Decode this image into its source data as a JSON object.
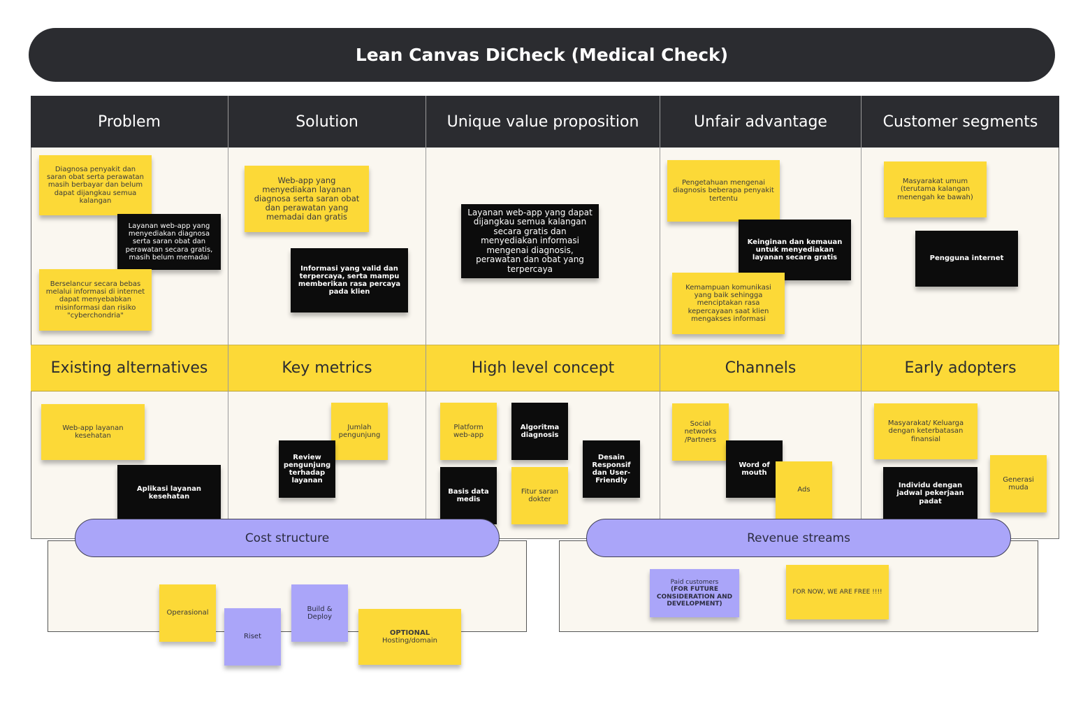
{
  "title": "Lean Canvas DiCheck (Medical Check)",
  "headers_top": [
    "Problem",
    "Solution",
    "Unique value proposition",
    "Unfair advantage",
    "Customer segments"
  ],
  "headers_mid": [
    "Existing alternatives",
    "Key metrics",
    "High level concept",
    "Channels",
    "Early adopters"
  ],
  "cost_structure": "Cost structure",
  "revenue_streams": "Revenue streams",
  "notes": {
    "problem_1": "Diagnosa penyakit dan saran obat serta perawatan masih berbayar dan belum dapat dijangkau semua kalangan",
    "problem_2": "Layanan web-app yang menyediakan diagnosa serta saran obat dan perawatan secara gratis, masih belum memadai",
    "problem_3": "Berselancur secara bebas melalui informasi di internet dapat menyebabkan misinformasi dan risiko \"cyberchondria\"",
    "solution_1": "Web-app yang menyediakan layanan diagnosa serta saran obat dan perawatan yang memadai dan gratis",
    "solution_2": "Informasi yang valid dan terpercaya, serta mampu memberikan rasa percaya pada klien",
    "uvp_1": "Layanan web-app yang dapat dijangkau semua kalangan secara gratis dan menyediakan informasi mengenai diagnosis, perawatan dan obat yang terpercaya",
    "unfair_1": "Pengetahuan mengenai diagnosis beberapa penyakit tertentu",
    "unfair_2": "Keinginan dan kemauan untuk menyediakan layanan secara gratis",
    "unfair_3": "Kemampuan komunikasi yang baik sehingga menciptakan rasa kepercayaan saat klien mengakses informasi",
    "segment_1": "Masyarakat umum (terutama kalangan menengah ke bawah)",
    "segment_2": "Pengguna internet",
    "alt_1": "Web-app layanan kesehatan",
    "alt_2": "Aplikasi layanan kesehatan",
    "metric_1": "Jumlah pengunjung",
    "metric_2": "Review pengunjung terhadap layanan",
    "concept_1": "Platform web-app",
    "concept_2": "Algoritma diagnosis",
    "concept_3": "Desain Responsif dan User-Friendly",
    "concept_4": "Basis data medis",
    "concept_5": "Fitur saran dokter",
    "channel_1": "Social networks /Partners",
    "channel_2": "Word of mouth",
    "channel_3": "Ads",
    "early_1": "Masyarakat/ Keluarga dengan keterbatasan finansial",
    "early_2": "Individu dengan jadwal pekerjaan padat",
    "early_3": "Generasi muda",
    "cost_1": "Operasional",
    "cost_2": "Riset",
    "cost_3": "Build & Deploy",
    "cost_4_a": "OPTIONAL",
    "cost_4_b": "Hosting/domain",
    "rev_1_a": "Paid customers",
    "rev_1_b": "(FOR FUTURE CONSIDERATION AND DEVELOPMENT)",
    "rev_2": "FOR NOW, WE ARE FREE !!!!"
  },
  "colors": {
    "dark": "#2b2c30",
    "yellow": "#fcd937",
    "purple": "#aaa5f9",
    "canvas": "#faf7f0"
  }
}
